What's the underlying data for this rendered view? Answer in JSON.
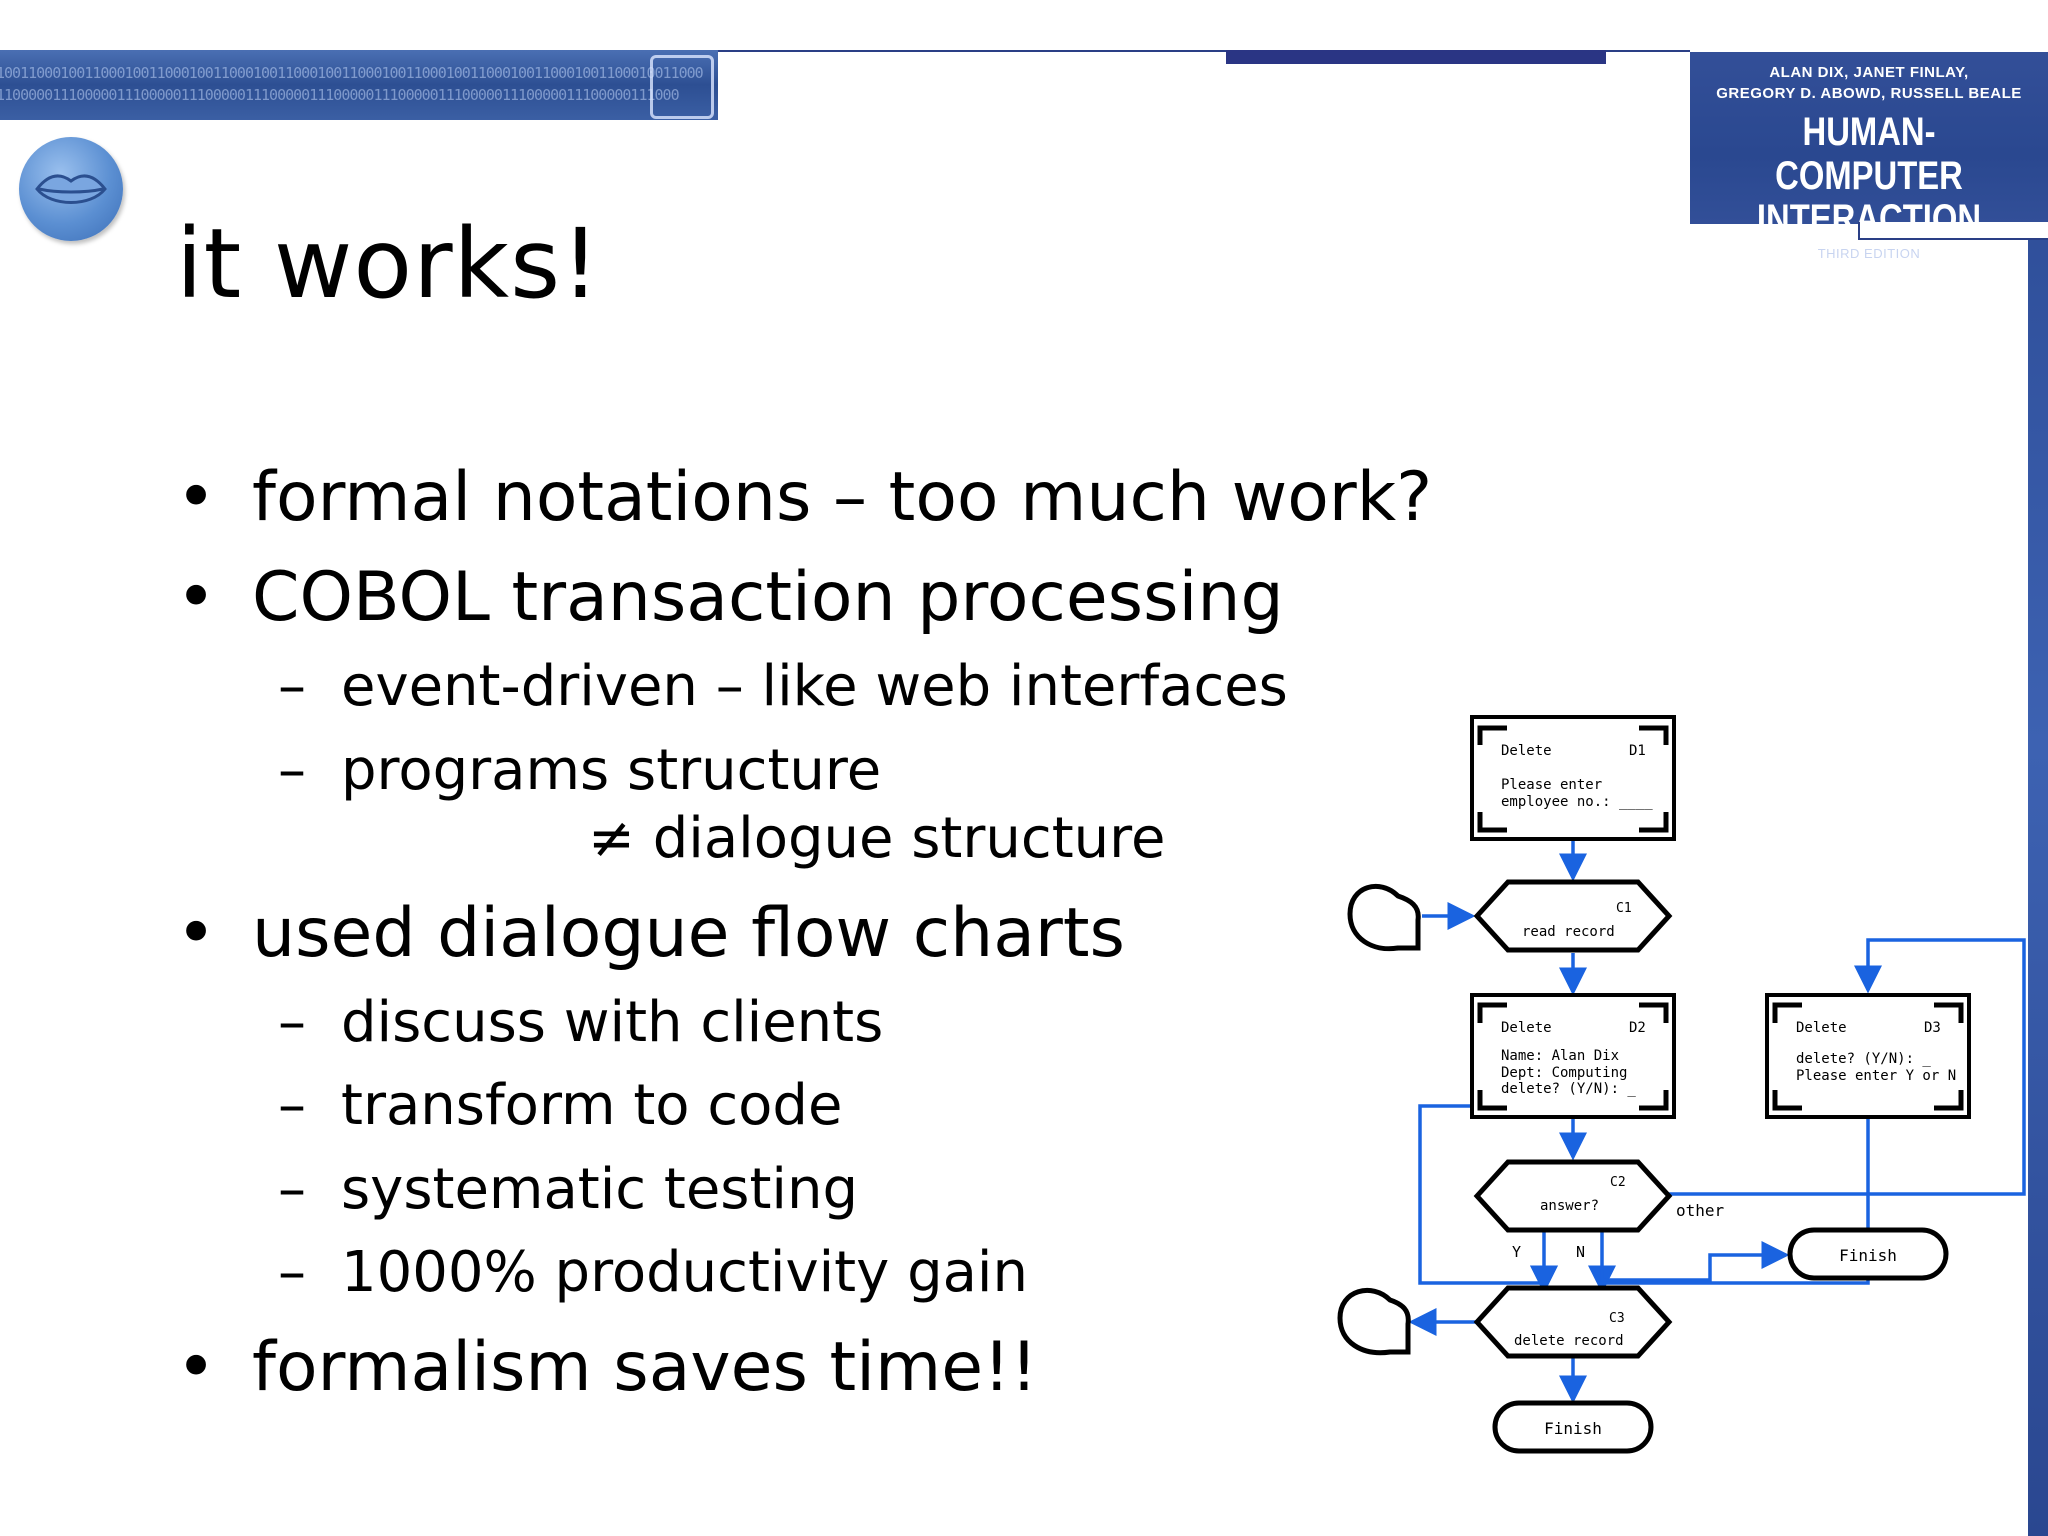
{
  "book": {
    "authors_line1": "ALAN DIX, JANET FINLAY,",
    "authors_line2": "GREGORY D. ABOWD, RUSSELL BEALE",
    "title_line1": "HUMAN-COMPUTER",
    "title_line2": "INTERACTION",
    "edition": "THIRD EDITION"
  },
  "slide": {
    "title": "it works!",
    "bullet_glyph": "•",
    "dash_glyph": "–",
    "bullets": [
      {
        "text": "formal notations – too much work?"
      },
      {
        "text": "COBOL transaction processing",
        "sub": [
          "event-driven – like web interfaces",
          "programs structure"
        ],
        "continuation": "≠ dialogue structure"
      },
      {
        "text": "used dialogue flow charts",
        "sub": [
          "discuss with clients",
          "transform to code",
          "systematic testing",
          "1000% productivity gain"
        ]
      },
      {
        "text": "formalism saves time!!"
      }
    ]
  },
  "flowchart": {
    "d1": {
      "title": "Delete",
      "id": "D1",
      "line1": "Please enter",
      "line2": "employee no.: ____"
    },
    "c1": {
      "id": "C1",
      "label": "read record"
    },
    "d2": {
      "title": "Delete",
      "id": "D2",
      "line1": "Name: Alan Dix",
      "line2": "Dept: Computing",
      "line3": "delete? (Y/N): _"
    },
    "d3": {
      "title": "Delete",
      "id": "D3",
      "line1": "delete? (Y/N): _",
      "line2": "Please enter Y or N"
    },
    "c2": {
      "id": "C2",
      "label": "answer?",
      "yes": "Y",
      "no": "N",
      "other": "other"
    },
    "c3": {
      "id": "C3",
      "label": "delete record"
    },
    "finish_right": "Finish",
    "finish_bottom": "Finish",
    "line_color": "#1a63e0"
  }
}
